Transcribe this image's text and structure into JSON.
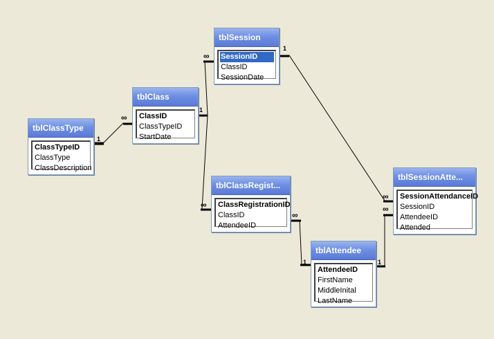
{
  "tables": {
    "tblClassType": {
      "title": "tblClassType",
      "fields": [
        "ClassTypeID",
        "ClassType",
        "ClassDescription"
      ]
    },
    "tblClass": {
      "title": "tblClass",
      "fields": [
        "ClassID",
        "ClassTypeID",
        "StartDate"
      ]
    },
    "tblSession": {
      "title": "tblSession",
      "fields": [
        "SessionID",
        "ClassID",
        "SessionDate"
      ]
    },
    "tblClassRegistration": {
      "title": "tblClassRegist...",
      "fields": [
        "ClassRegistrationID",
        "ClassID",
        "AttendeeID"
      ]
    },
    "tblAttendee": {
      "title": "tblAttendee",
      "fields": [
        "AttendeeID",
        "FirstName",
        "MiddleInital",
        "LastName"
      ]
    },
    "tblSessionAttendance": {
      "title": "tblSessionAtte...",
      "fields": [
        "SessionAttendanceID",
        "SessionID",
        "AttendeeID",
        "Attended"
      ]
    }
  },
  "cardinality": {
    "one": "1",
    "many": "∞"
  },
  "colors": {
    "background": "#ece9d8",
    "title_bar": "#6e8fe4",
    "selection": "#316ac5",
    "line": "#000000"
  }
}
